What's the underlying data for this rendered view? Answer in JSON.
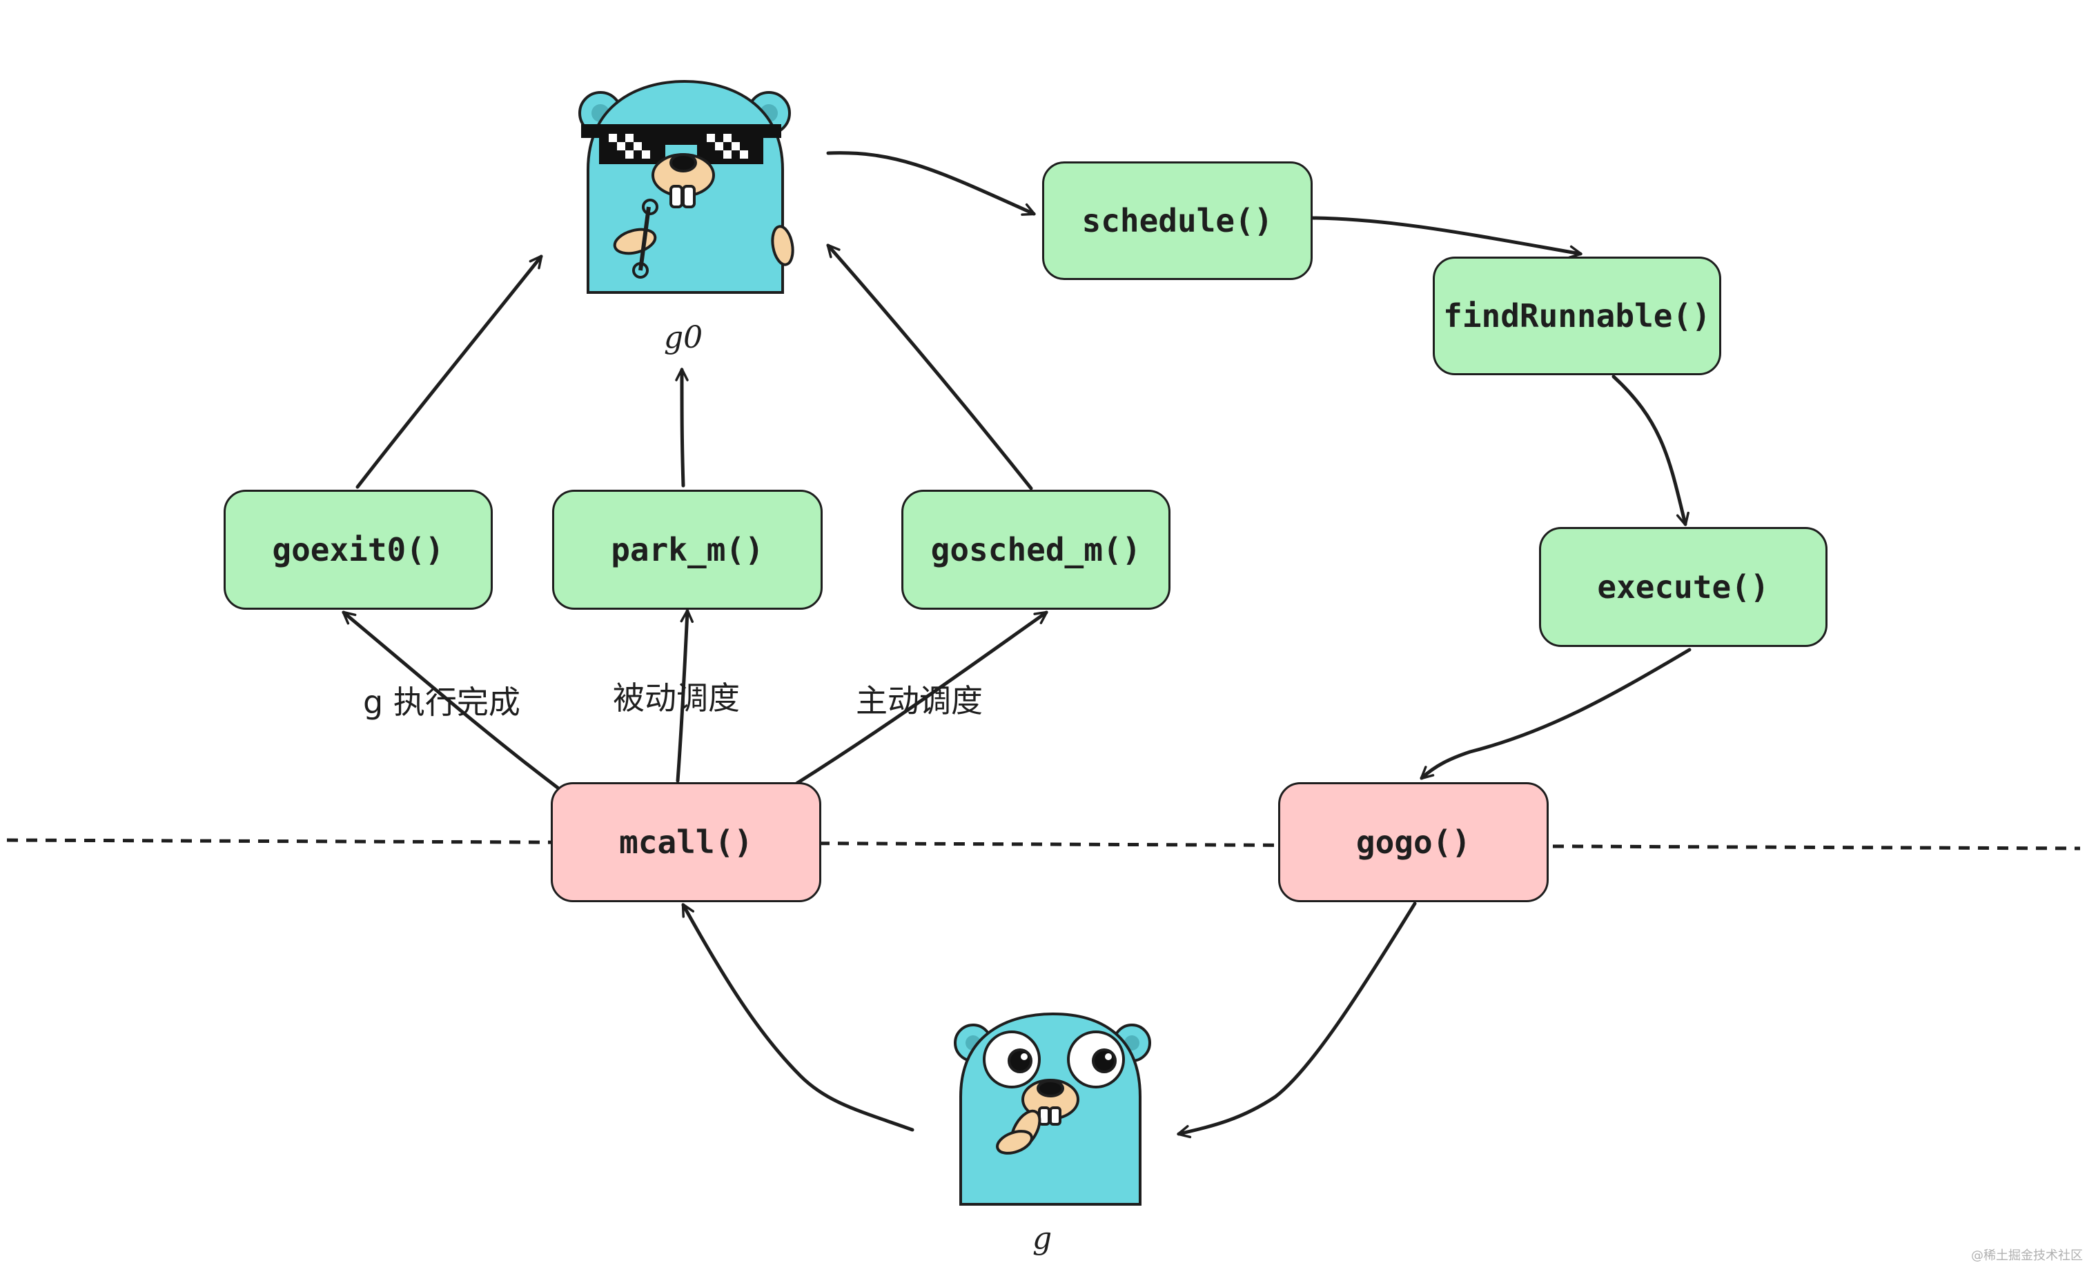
{
  "nodes": {
    "schedule": "schedule()",
    "find_runnable": "findRunnable()",
    "execute": "execute()",
    "goexit0": "goexit0()",
    "park_m": "park_m()",
    "gosched_m": "gosched_m()",
    "mcall": "mcall()",
    "gogo": "gogo()"
  },
  "edge_labels": {
    "g_done": "g 执行完成",
    "passive": "被动调度",
    "active": "主动调度"
  },
  "gophers": {
    "top": "g0",
    "bottom": "g"
  },
  "watermark": "@稀土掘金技术社区",
  "colors": {
    "green_node": "#b2f2bb",
    "pink_node": "#ffc9c9",
    "gopher_blue": "#6ad7e0",
    "stroke": "#1e1e1e"
  }
}
